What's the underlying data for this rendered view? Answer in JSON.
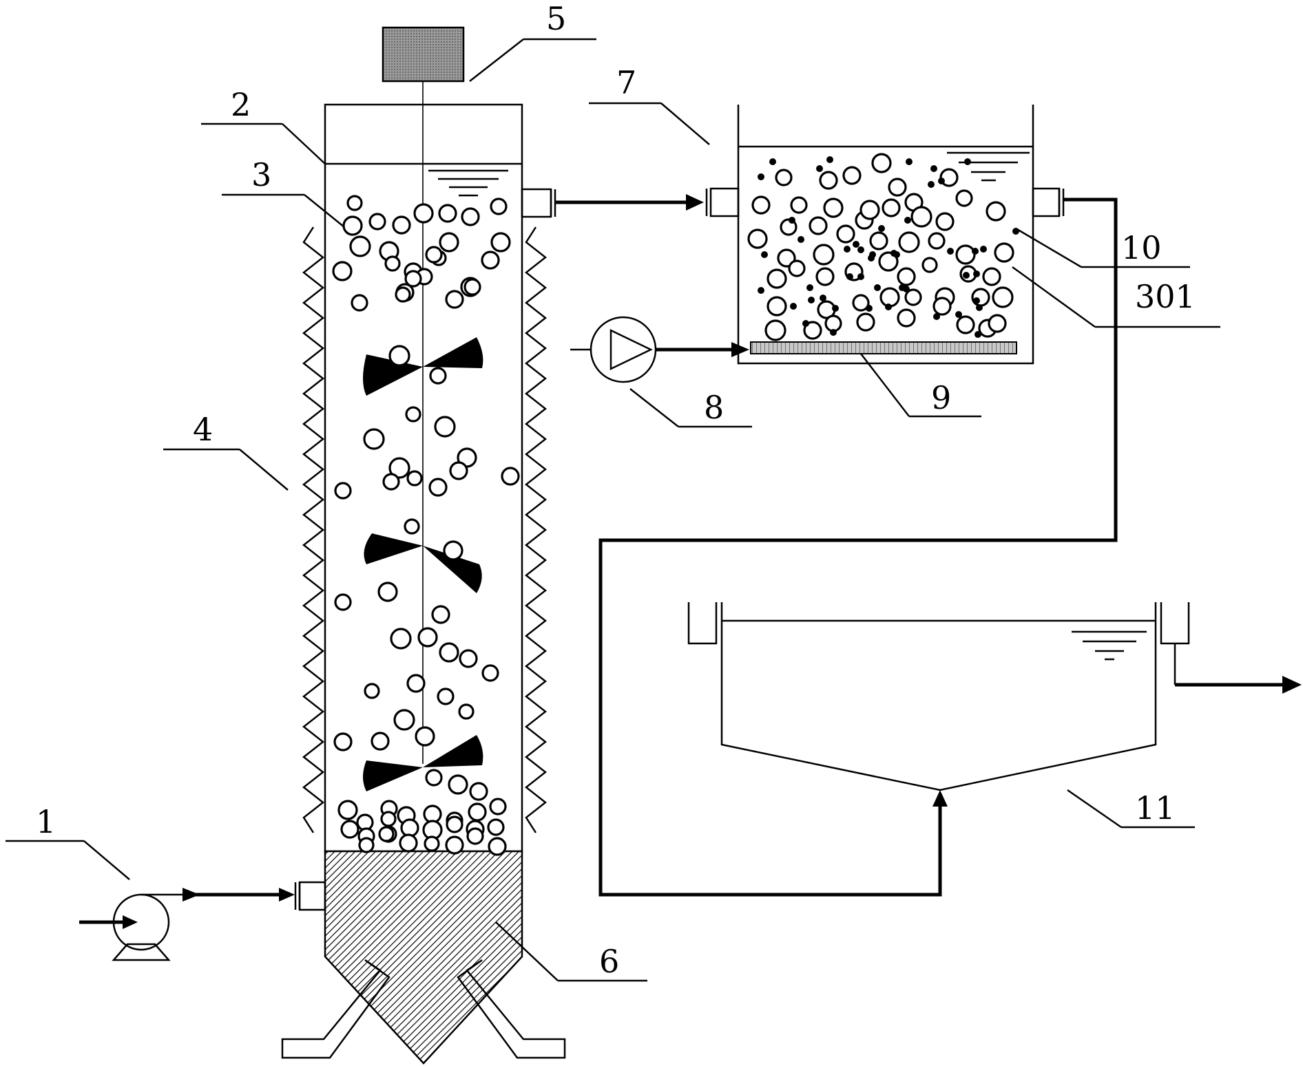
{
  "labels": {
    "l1": "1",
    "l2": "2",
    "l3": "3",
    "l4": "4",
    "l5": "5",
    "l6": "6",
    "l7": "7",
    "l8": "8",
    "l9": "9",
    "l10": "10",
    "l11": "11",
    "l301": "301"
  }
}
